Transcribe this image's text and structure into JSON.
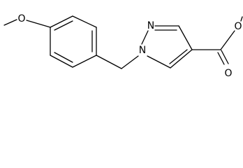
{
  "atoms": {
    "methoxy_oxygen": "O",
    "pyrazole_n2": "N",
    "pyrazole_n1": "N",
    "carbonyl_oxygen": "O",
    "ester_oxygen": "O"
  },
  "colors": {
    "bond": "#000000",
    "label": "#000000",
    "background": "#ffffff"
  }
}
